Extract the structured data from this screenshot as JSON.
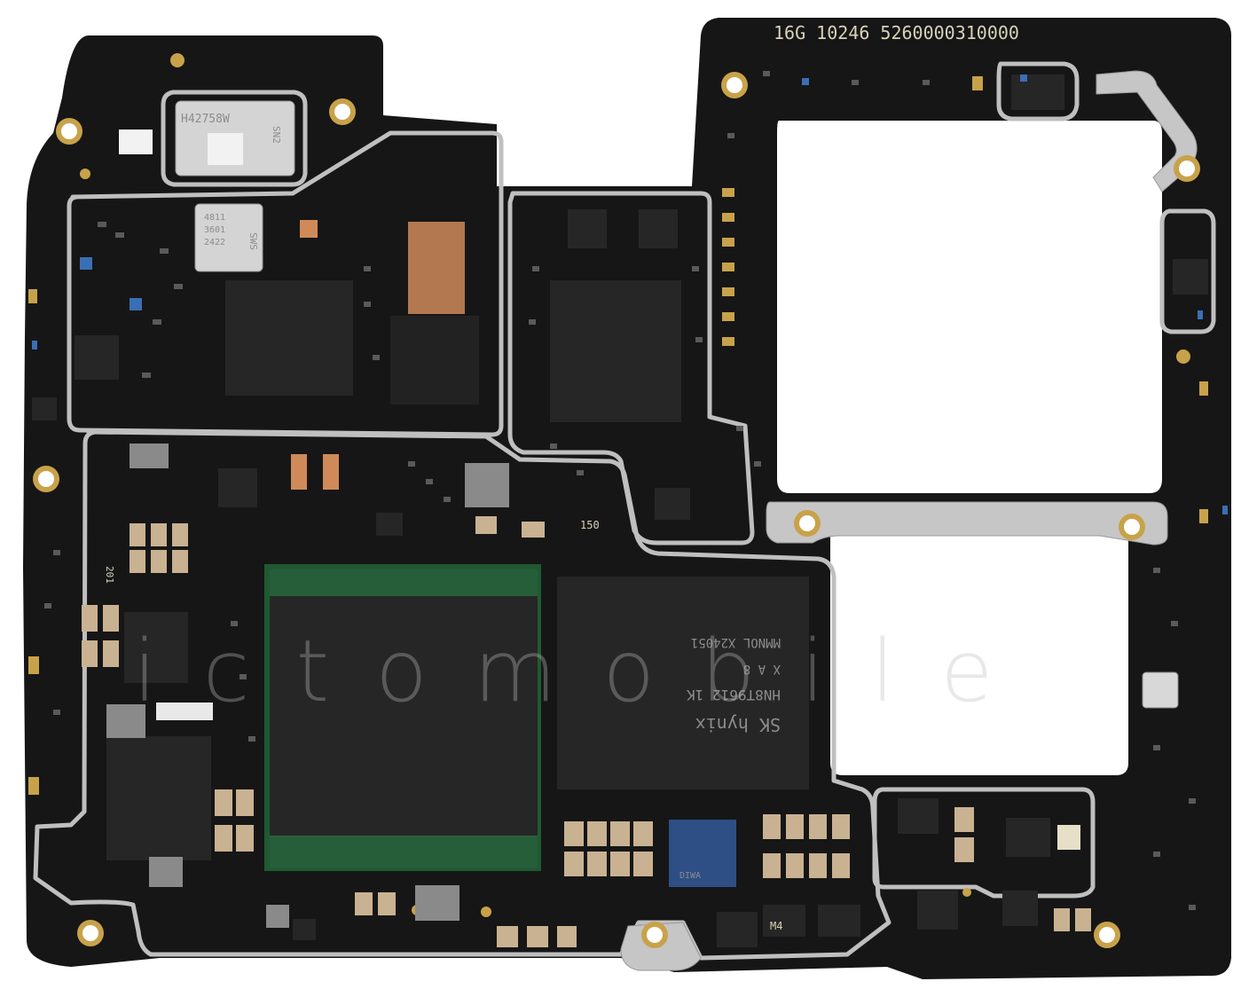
{
  "board": {
    "serial": "16G 10246 5260000310000",
    "watermark": "ictomobile",
    "colors": {
      "board": "#161616",
      "shield": "#bfbfbf",
      "chip": "#262626",
      "gold": "#c8a24a",
      "copper": "#d08a5a",
      "green": "#1f5a32",
      "tan": "#c9b291",
      "blue": "#3a6fb5"
    }
  },
  "labels": {
    "module_top": "H42758W",
    "module_side": "SN2",
    "module_left_a": "SWS",
    "module_left_b": "4811",
    "module_left_c": "3601",
    "module_left_d": "2422",
    "resistor_mark": "150",
    "resistor_mark_2": "201",
    "memory_line1": "MMNOL X24051",
    "memory_line2": "X A 8",
    "memory_line3": "HN8T9612 1K",
    "memory_line4": "SK hynix",
    "small_chip_bottom": "DIWA",
    "small_chip_mark": "M4"
  }
}
